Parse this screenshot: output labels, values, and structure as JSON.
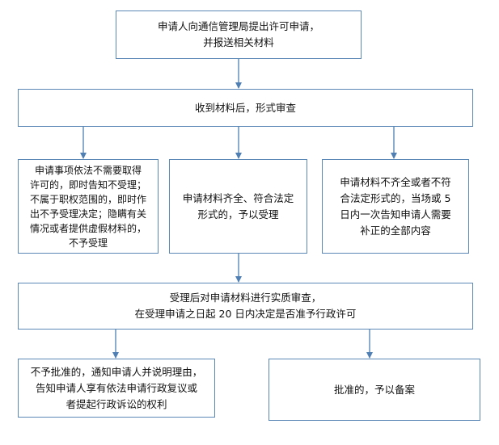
{
  "nodes": {
    "apply": "申请人向通信管理局提出许可申请，\n并报送相关材料",
    "receive": "收到材料后，形式审查",
    "reject_scope": "申请事项依法不需要取得\n许可的，即时告知不受理；\n不属于职权范围的，即时作\n出不予受理决定；隐瞒有关\n情况或者提供虚假材料的，\n不予受理",
    "accept": "申请材料齐全、符合法定\n形式的，予以受理",
    "supplement": "申请材料不齐全或者不符\n合法定形式的，当场或 5\n日内一次告知申请人需要\n补正的全部内容",
    "review": "受理后对申请材料进行实质审查，\n在受理申请之日起 20 日内决定是否准予行政许可",
    "deny": "不予批准的，通知申请人并说明理由，\n告知申请人享有依法申请行政复议或\n者提起行政诉讼的权利",
    "approve": "批准的，予以备案"
  }
}
